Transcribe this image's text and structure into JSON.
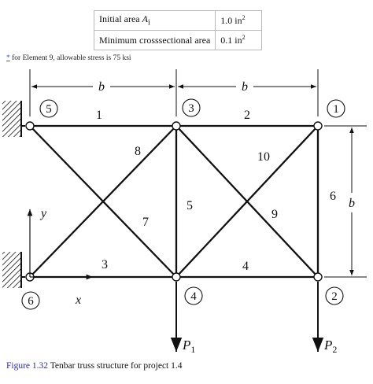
{
  "table": {
    "rows": [
      {
        "label_main": "Initial area ",
        "label_var": "A",
        "label_sub": "i",
        "value_num": "1.0 in",
        "value_sup": "2"
      },
      {
        "label_main": "Minimum crosssectional area",
        "label_var": "",
        "label_sub": "",
        "value_num": "0.1 in",
        "value_sup": "2"
      }
    ]
  },
  "note": {
    "marker": "*",
    "text": " for Element 9, allowable stress is 75 ksi"
  },
  "diagram": {
    "dimension_labels": {
      "b_left": "b",
      "b_right": "b",
      "b_vertical": "b"
    },
    "nodes": {
      "n1": "1",
      "n2": "2",
      "n3": "3",
      "n4": "4",
      "n5": "5",
      "n6": "6"
    },
    "elements": {
      "e1": "1",
      "e2": "2",
      "e3": "3",
      "e4": "4",
      "e5": "5",
      "e6": "6",
      "e7": "7",
      "e8": "8",
      "e9": "9",
      "e10": "10"
    },
    "axes": {
      "x": "x",
      "y": "y"
    },
    "loads": {
      "p1_main": "P",
      "p1_sub": "1",
      "p2_main": "P",
      "p2_sub": "2"
    }
  },
  "caption": {
    "figure": "Figure 1.32",
    "text": " Tenbar truss structure for project 1.4"
  }
}
